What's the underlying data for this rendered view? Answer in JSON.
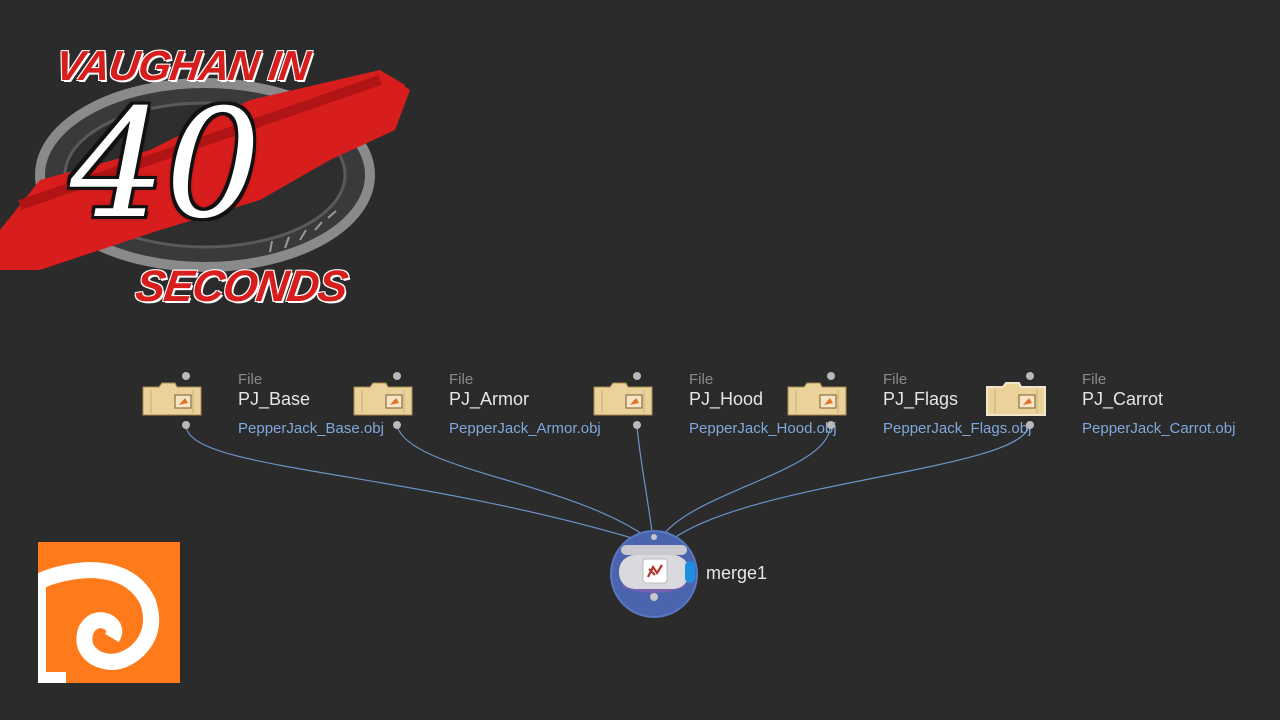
{
  "branding": {
    "series_top": "VAUGHAN IN",
    "series_number": "40",
    "series_bottom": "SECONDS",
    "houdini_icon": "houdini-swirl-icon",
    "accent_red": "#d81d1d",
    "houdini_orange": "#ff7a1a"
  },
  "network": {
    "wire_color": "#6c93c8",
    "nodes": [
      {
        "type": "File",
        "name": "PJ_Base",
        "file": "PepperJack_Base.obj",
        "icon": "folder-icon"
      },
      {
        "type": "File",
        "name": "PJ_Armor",
        "file": "PepperJack_Armor.obj",
        "icon": "folder-icon"
      },
      {
        "type": "File",
        "name": "PJ_Hood",
        "file": "PepperJack_Hood.obj",
        "icon": "folder-icon"
      },
      {
        "type": "File",
        "name": "PJ_Flags",
        "file": "PepperJack_Flags.obj",
        "icon": "folder-icon"
      },
      {
        "type": "File",
        "name": "PJ_Carrot",
        "file": "PepperJack_Carrot.obj",
        "icon": "folder-icon"
      }
    ],
    "merge": {
      "name": "merge1",
      "icon": "merge-icon"
    }
  }
}
